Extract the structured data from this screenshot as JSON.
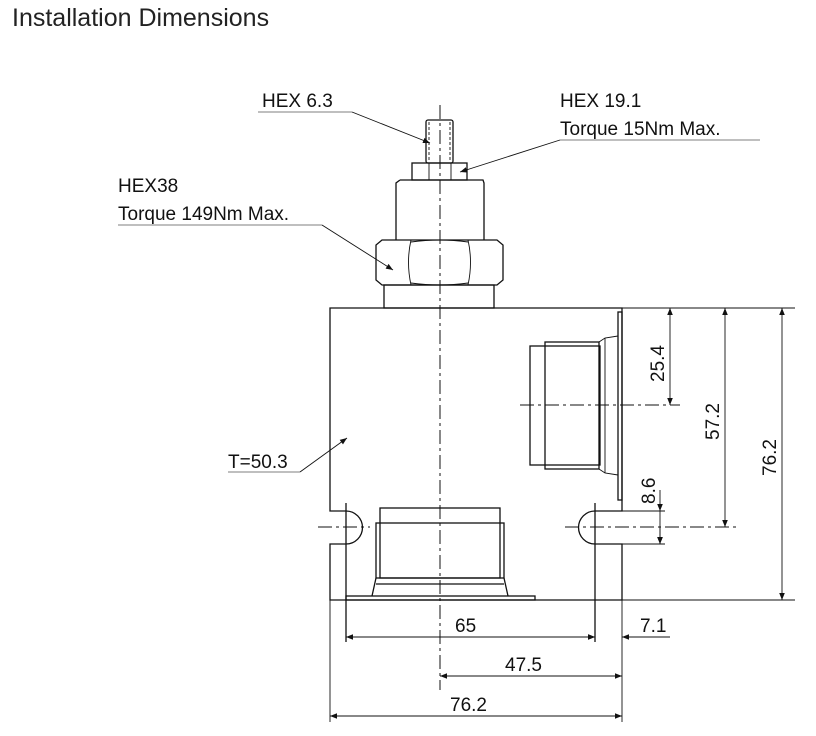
{
  "title": "Installation Dimensions",
  "callouts": {
    "hex_small": "HEX 6.3",
    "hex_mid": "HEX 19.1",
    "hex_mid_torque": "Torque 15Nm Max.",
    "hex_large": "HEX38",
    "hex_large_torque": "Torque 149Nm Max.",
    "thickness": "T=50.3"
  },
  "dimensions": {
    "d25_4": "25.4",
    "d57_2": "57.2",
    "d76_2_v": "76.2",
    "d8_6": "8.6",
    "d65": "65",
    "d7_1": "7.1",
    "d47_5": "47.5",
    "d76_2_h": "76.2"
  }
}
